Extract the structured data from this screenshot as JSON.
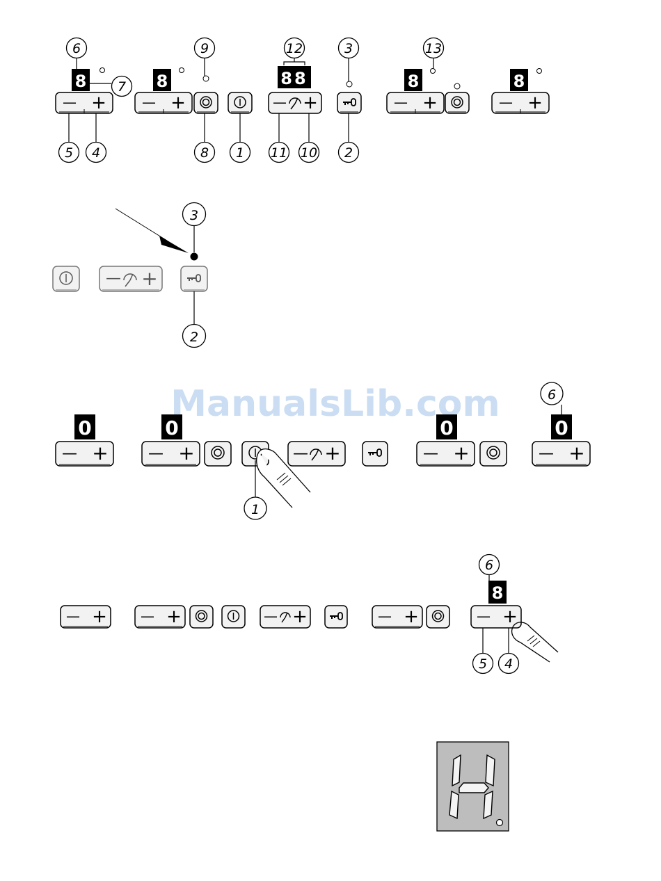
{
  "watermark": "ManualsLib.com",
  "callouts": {
    "n1": "1",
    "n2": "2",
    "n3": "3",
    "n4": "4",
    "n5": "5",
    "n6": "6",
    "n7": "7",
    "n8": "8",
    "n9": "9",
    "n10": "10",
    "n11": "11",
    "n12": "12",
    "n13": "13"
  },
  "displays": {
    "eight": "8",
    "zero": "0",
    "double_eight": "88",
    "heat_indicator": "H"
  },
  "buttons": {
    "minus": "—",
    "plus": "+"
  },
  "icons": {
    "power": "power-icon",
    "booster": "booster-icon",
    "key_lock": "key-icon",
    "timer": "clock-icon"
  },
  "colors": {
    "display_bg": "#000000",
    "display_text": "#ffffff",
    "key_bg": "#f2f2f2",
    "h_panel_bg": "#bdbdbd",
    "watermark": "#b9d2ee"
  }
}
